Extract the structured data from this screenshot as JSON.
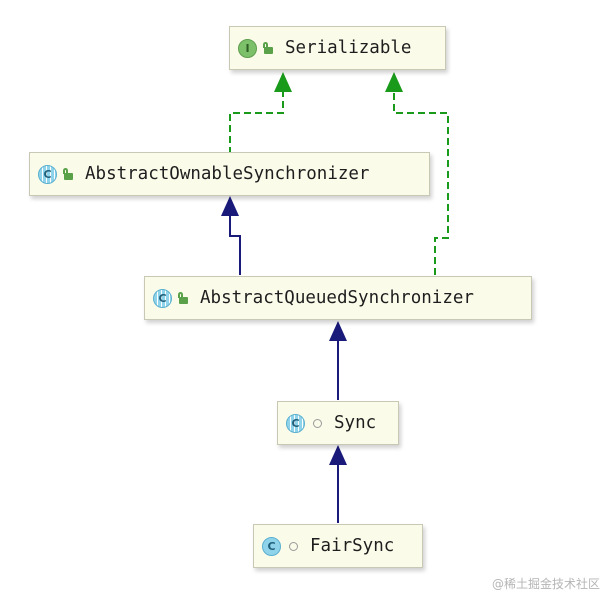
{
  "nodes": [
    {
      "id": "serializable",
      "label": "Serializable",
      "kind": "interface",
      "kind_letter": "I",
      "visibility": "public-lock-icon"
    },
    {
      "id": "aos",
      "label": "AbstractOwnableSynchronizer",
      "kind": "abstract-class",
      "kind_letter": "C",
      "visibility": "public-lock-icon"
    },
    {
      "id": "aqs",
      "label": "AbstractQueuedSynchronizer",
      "kind": "abstract-class",
      "kind_letter": "C",
      "visibility": "public-lock-icon"
    },
    {
      "id": "sync",
      "label": "Sync",
      "kind": "abstract-class",
      "kind_letter": "C",
      "visibility": "package-private-icon"
    },
    {
      "id": "fairsync",
      "label": "FairSync",
      "kind": "class",
      "kind_letter": "C",
      "visibility": "package-private-icon"
    }
  ],
  "edges": [
    {
      "from": "aos",
      "to": "serializable",
      "type": "implements",
      "style": "dashed",
      "color": "#1a9a1a"
    },
    {
      "from": "aqs",
      "to": "serializable",
      "type": "implements",
      "style": "dashed",
      "color": "#1a9a1a"
    },
    {
      "from": "aqs",
      "to": "aos",
      "type": "extends",
      "style": "solid",
      "color": "#1a1a7a"
    },
    {
      "from": "sync",
      "to": "aqs",
      "type": "extends",
      "style": "solid",
      "color": "#1a1a7a"
    },
    {
      "from": "fairsync",
      "to": "sync",
      "type": "extends",
      "style": "solid",
      "color": "#1a1a7a"
    }
  ],
  "colors": {
    "node_fill": "#fbfbea",
    "implements_arrow": "#1a9a1a",
    "extends_arrow": "#1a1a7a",
    "interface_badge": "#7cc06a",
    "class_badge": "#8fd3ea"
  },
  "watermark": "@稀土掘金技术社区"
}
